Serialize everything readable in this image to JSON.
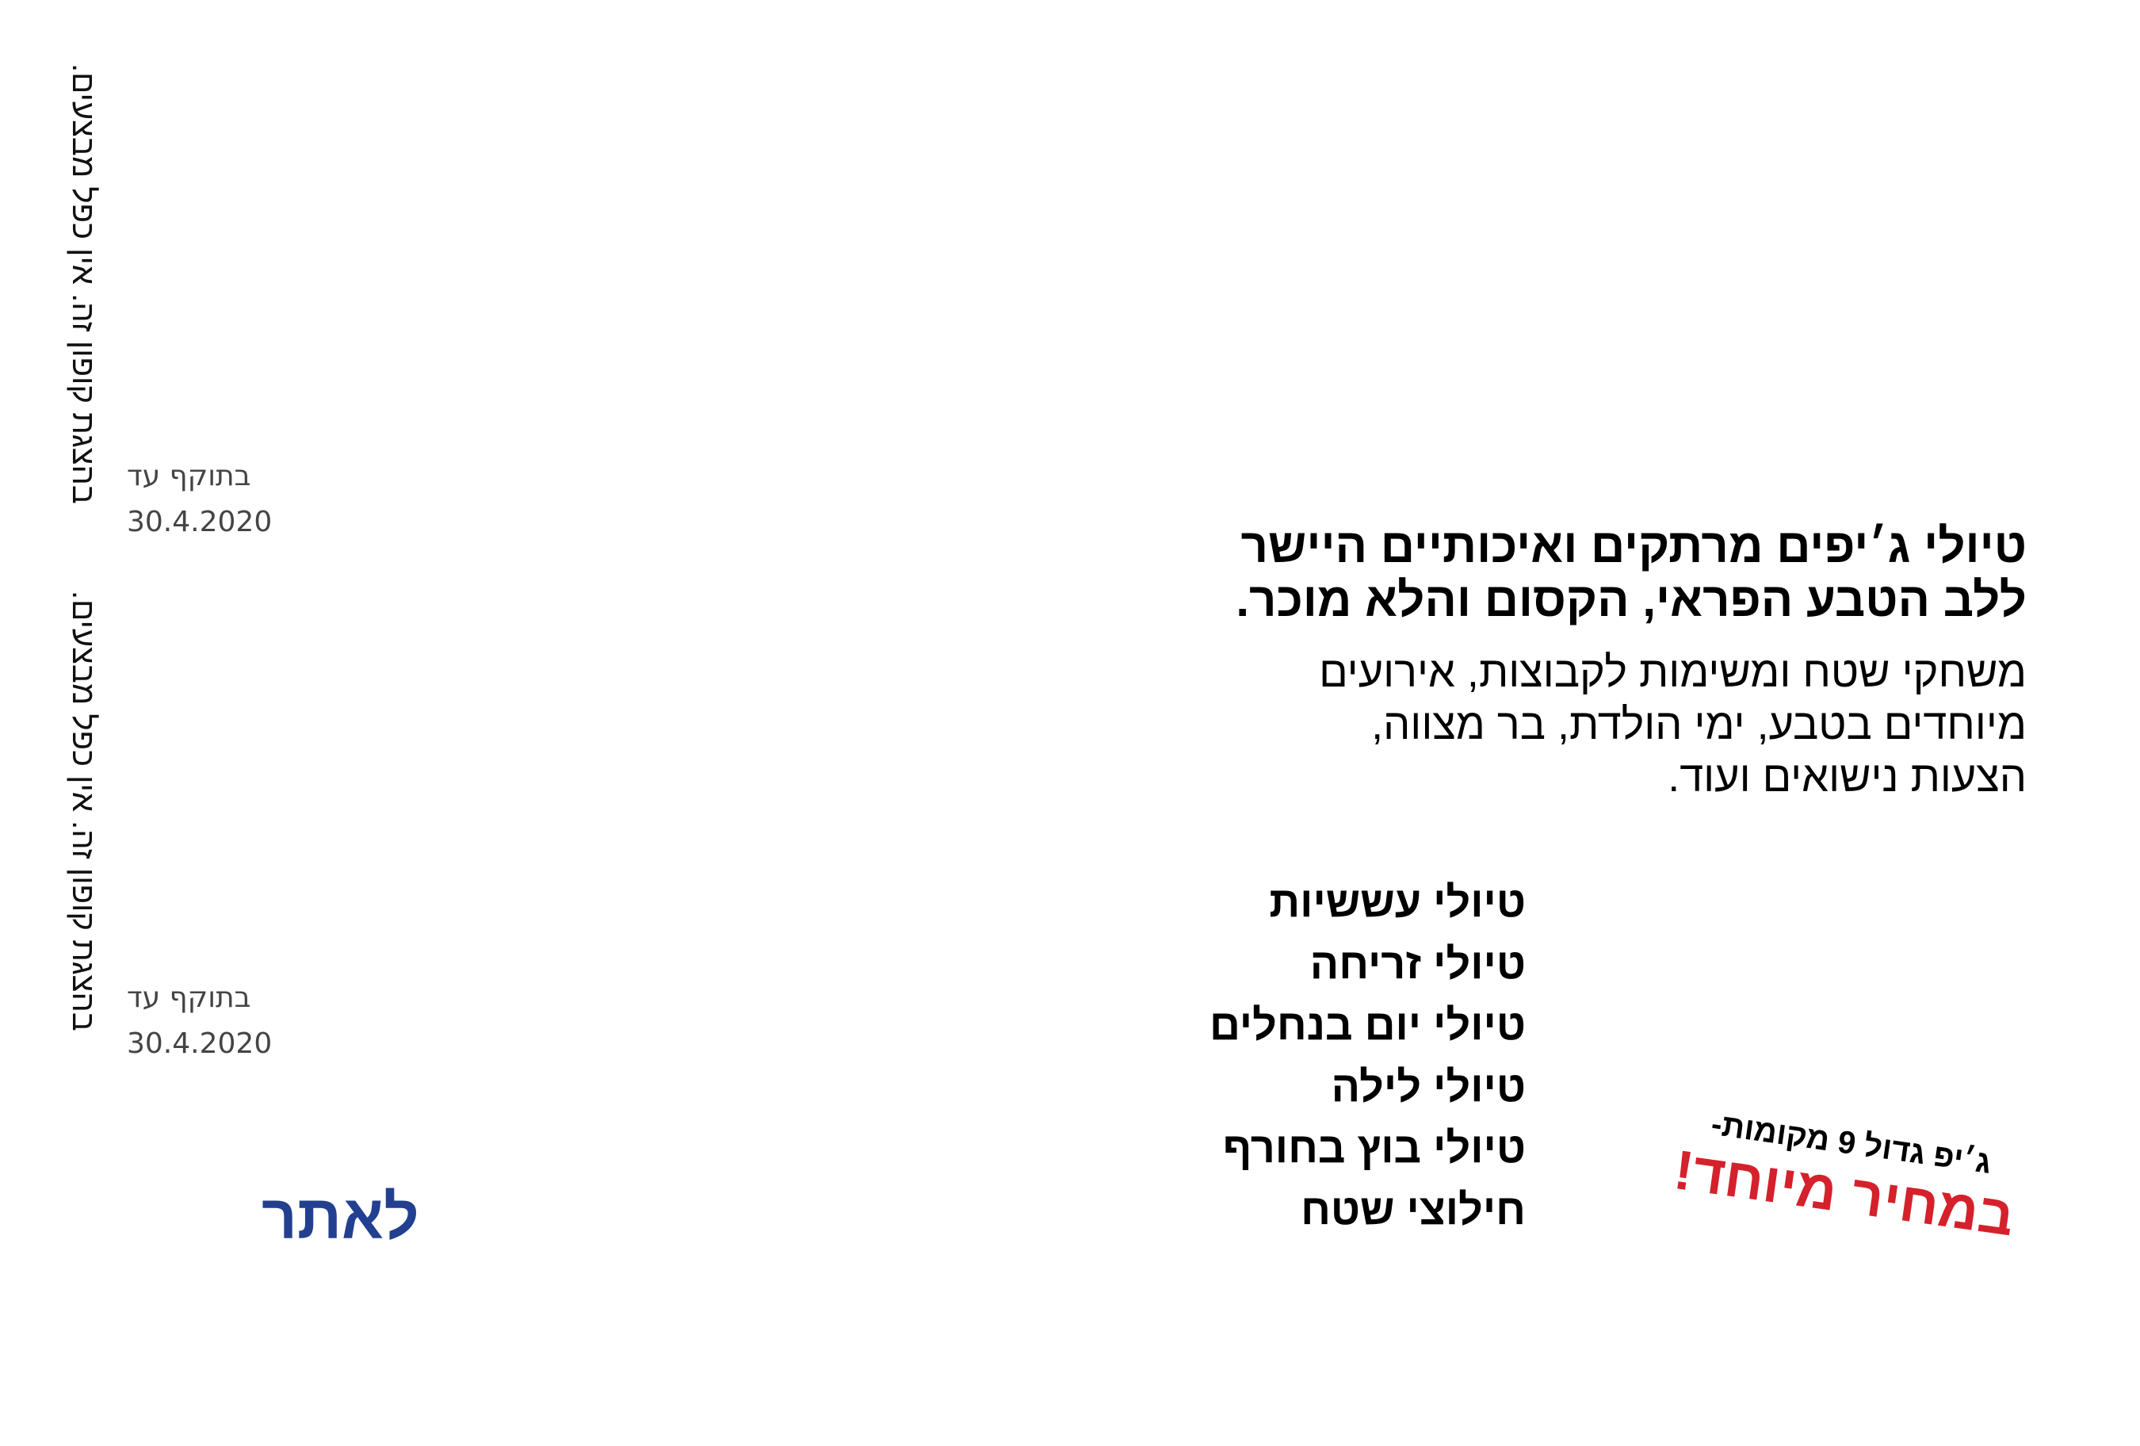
{
  "coupon_notes": [
    {
      "disclaimer": "בהצגת קופון זה. אין כפל מבצעים.",
      "valid_label": "בתוקף עד",
      "valid_date": "30.4.2020"
    },
    {
      "disclaimer": "בהצגת קופון זה. אין כפל מבצעים.",
      "valid_label": "בתוקף עד",
      "valid_date": "30.4.2020"
    }
  ],
  "site_link": "לאתר",
  "headline": [
    "טיולי ג׳יפים מרתקים ואיכותיים היישר",
    "ללב הטבע הפראי, הקסום והלא מוכר."
  ],
  "body": [
    "משחקי שטח ומשימות לקבוצות, אירועים",
    "מיוחדים בטבע,  ימי הולדת, בר מצווה,",
    "הצעות נישואים ועוד."
  ],
  "tours": [
    "טיולי עששיות",
    "טיולי זריחה",
    "טיולי יום בנחלים",
    "טיולי לילה",
    "טיולי בוץ בחורף",
    "חילוצי שטח"
  ],
  "promo": {
    "line1": "ג׳יפ גדול 9 מקומות-",
    "line2": "במחיר מיוחד!"
  },
  "colors": {
    "link": "#22408f",
    "promo": "#d4212b"
  }
}
